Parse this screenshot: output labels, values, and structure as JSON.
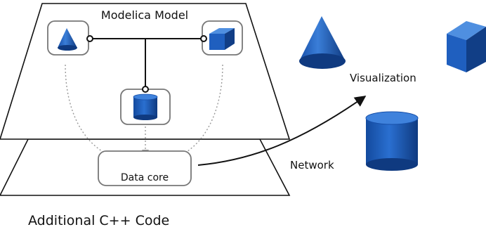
{
  "model_plane": {
    "title": "Modelica Model",
    "components": [
      {
        "icon": "cone-icon"
      },
      {
        "icon": "cube-icon"
      },
      {
        "icon": "cylinder-icon"
      }
    ]
  },
  "code_plane": {
    "title": "Additional C++ Code",
    "data_core_label": "Data core"
  },
  "network_label": "Network",
  "visualization": {
    "label": "Visualization",
    "objects": [
      {
        "icon": "cone-icon"
      },
      {
        "icon": "cube-icon"
      },
      {
        "icon": "cylinder-icon"
      }
    ]
  },
  "colors": {
    "shape_blue": "#1f5fbf",
    "shape_dark": "#113e86",
    "shape_light": "#4f8fe0",
    "stroke": "#111111",
    "box_stroke": "#777777",
    "dashed_arrow": "#999999"
  }
}
